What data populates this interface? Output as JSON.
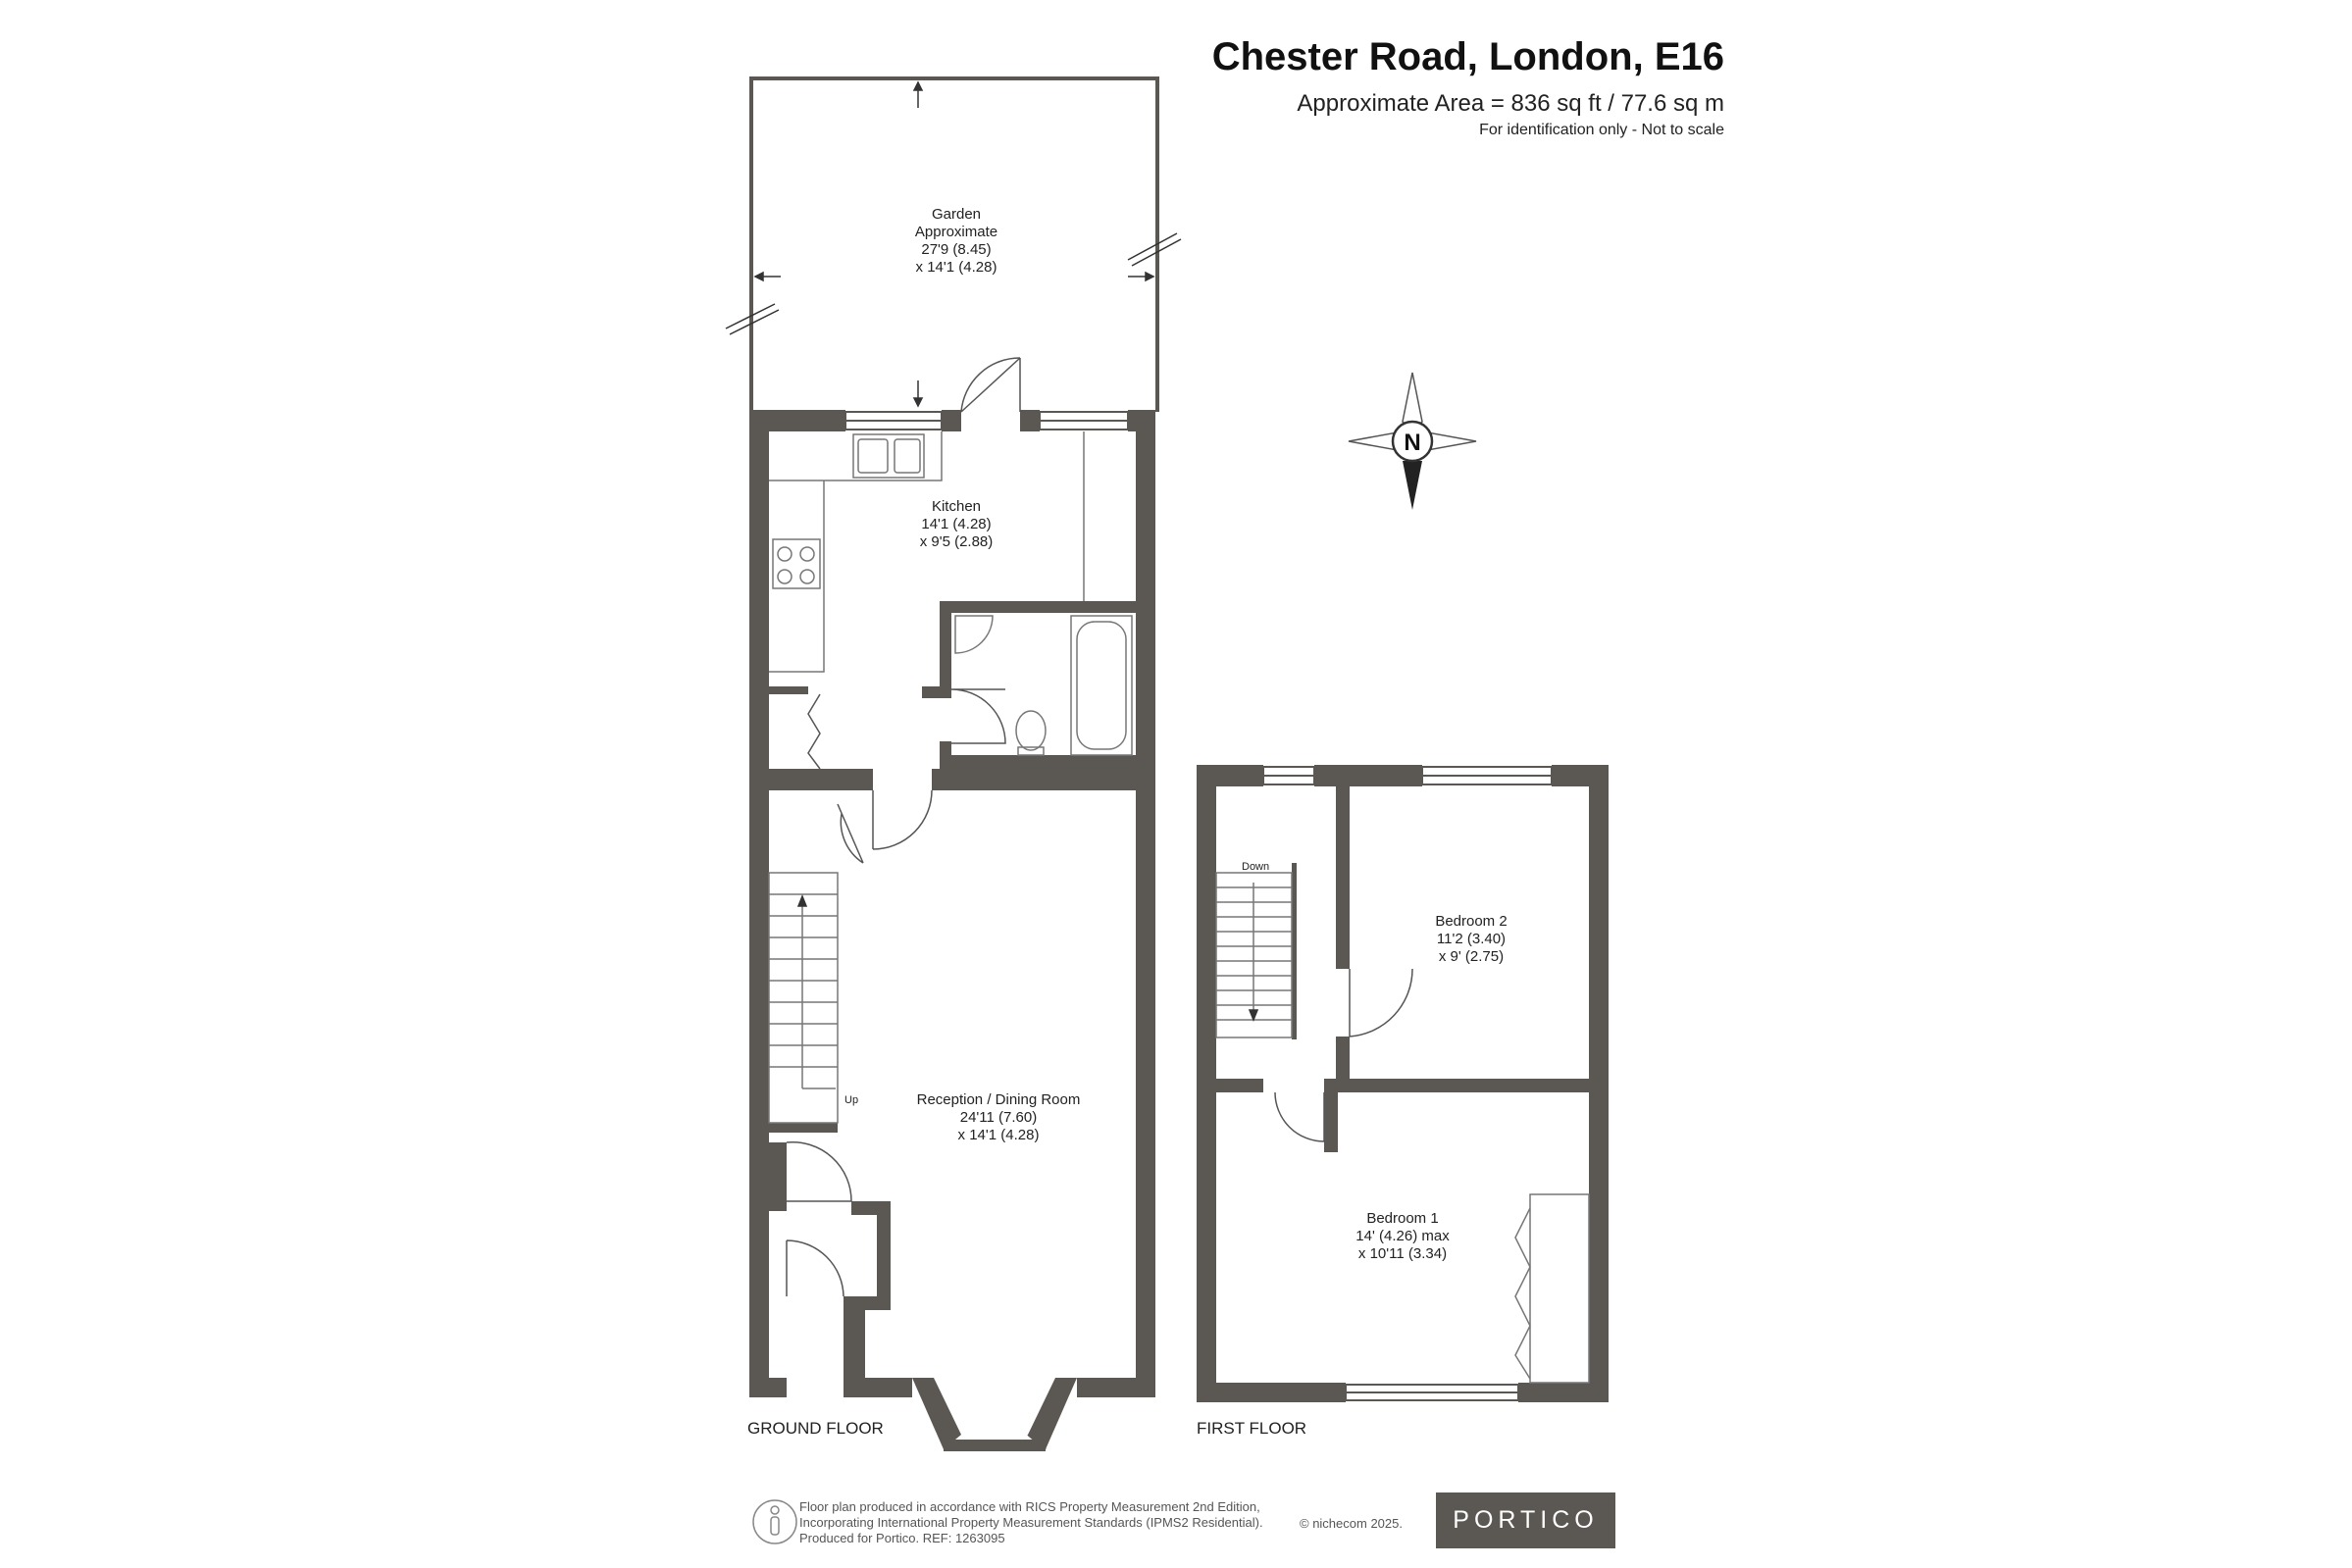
{
  "header": {
    "title": "Chester Road, London, E16",
    "area": "Approximate Area = 836 sq ft / 77.6 sq m",
    "disclaimer": "For identification only - Not to scale"
  },
  "colors": {
    "wall": "#5b5752",
    "fixture": "#777777",
    "brand_bg": "#5b5752"
  },
  "ground_floor": {
    "label": "GROUND FLOOR",
    "garden": [
      "Garden",
      "Approximate",
      "27'9 (8.45)",
      "x 14'1 (4.28)"
    ],
    "kitchen": [
      "Kitchen",
      "14'1 (4.28)",
      "x 9'5 (2.88)"
    ],
    "reception": [
      "Reception / Dining Room",
      "24'11 (7.60)",
      "x 14'1 (4.28)"
    ],
    "stairs_label": "Up"
  },
  "first_floor": {
    "label": "FIRST FLOOR",
    "bedroom2": [
      "Bedroom 2",
      "11'2 (3.40)",
      "x 9' (2.75)"
    ],
    "bedroom1": [
      "Bedroom 1",
      "14' (4.26) max",
      "x 10'11 (3.34)"
    ],
    "stairs_label": "Down"
  },
  "compass": {
    "label": "N",
    "icon": "compass-rose-icon"
  },
  "footer": {
    "line1": "Floor plan produced in accordance with RICS Property Measurement 2nd Edition,",
    "line2": "Incorporating International Property Measurement Standards (IPMS2 Residential).",
    "line3": "Produced for Portico.   REF:  1263095",
    "copyright": "© nichecom 2025.",
    "brand": "PORTICO",
    "logo_icon": "nichecom-logo-icon"
  }
}
